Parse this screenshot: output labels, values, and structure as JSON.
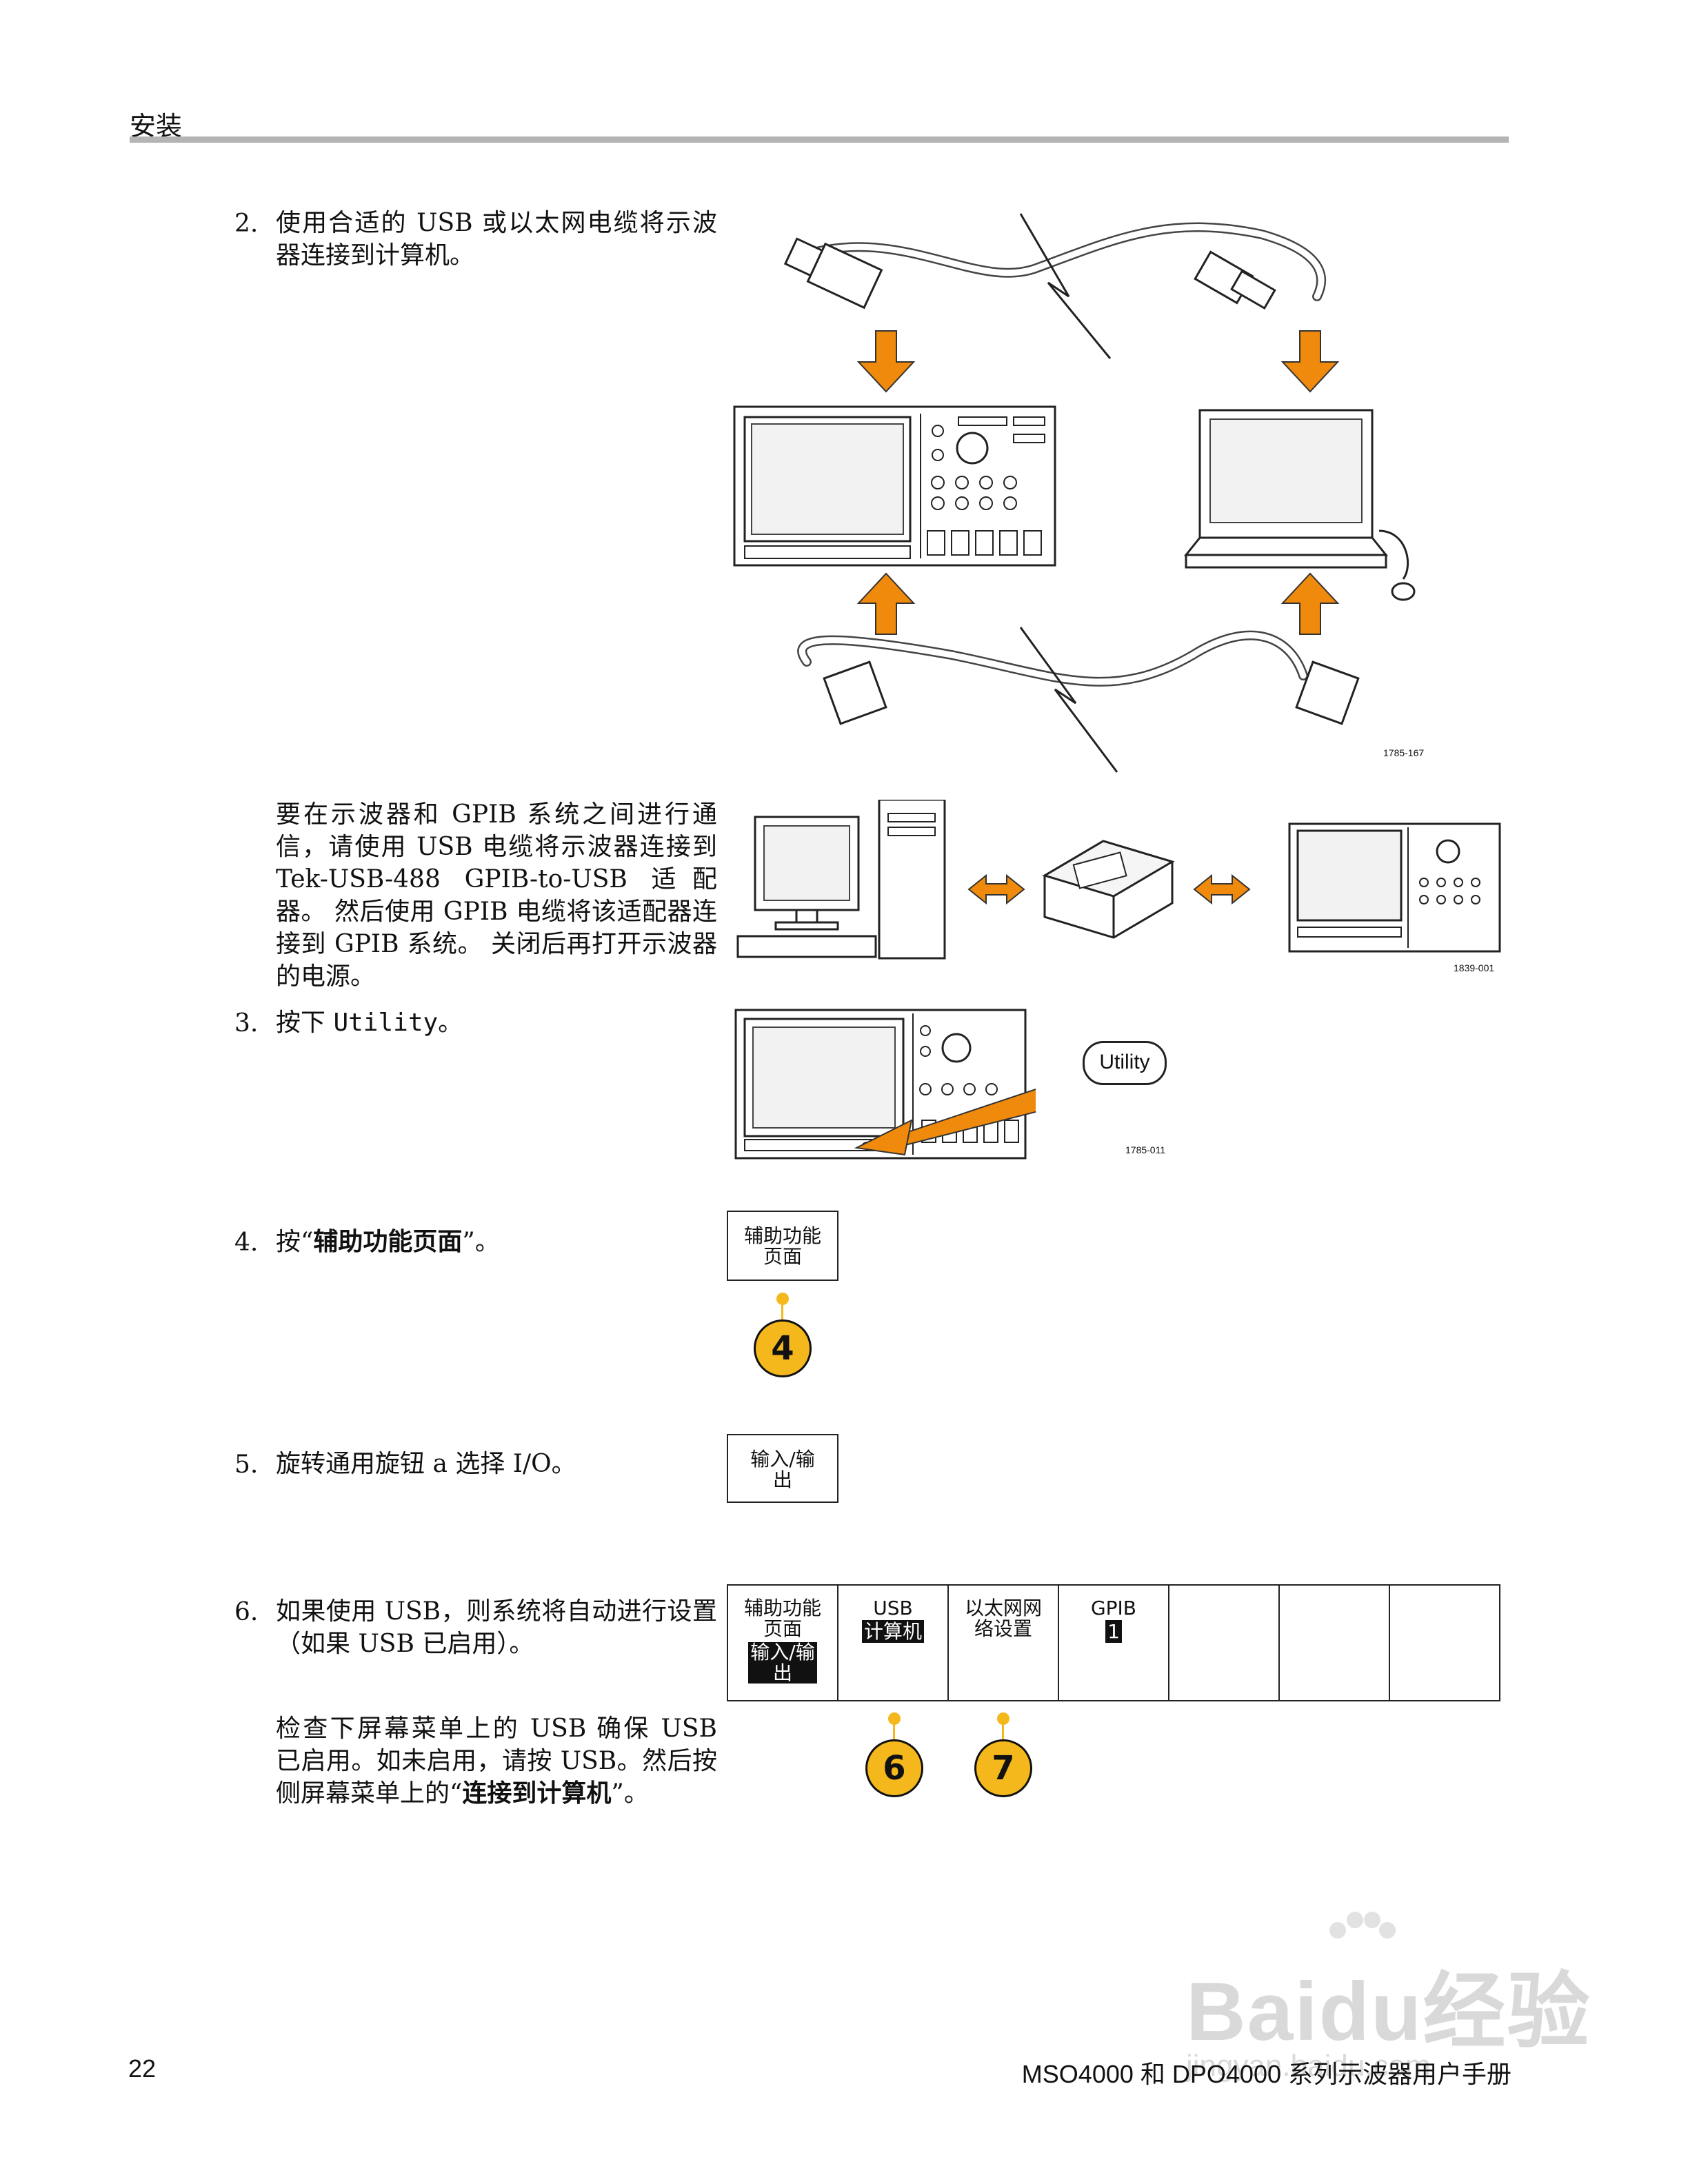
{
  "header": {
    "title": "安装"
  },
  "steps": {
    "s2": {
      "num": "2.",
      "text": "使用合适的 USB 或以太网电缆将示波器连接到计算机。",
      "fig_id": "1785-167"
    },
    "gpib": {
      "text": "要在示波器和 GPIB 系统之间进行通信，请使用 USB 电缆将示波器连接到 Tek-USB-488 GPIB-to-USB 适配器。 然后使用 GPIB 电缆将该适配器连接到 GPIB 系统。 关闭后再打开示波器的电源。",
      "fig_id": "1839-001"
    },
    "s3": {
      "num": "3.",
      "text_pre": "按下 ",
      "text_key": "Utility",
      "text_post": "。",
      "utility_label": "Utility",
      "fig_id": "1785-011"
    },
    "s4": {
      "num": "4.",
      "text_pre": "按“",
      "text_bold": "辅助功能页面",
      "text_post": "”。",
      "button_label": "辅助功能\n页面",
      "callout": "4"
    },
    "s5": {
      "num": "5.",
      "text": "旋转通用旋钮 a 选择 I/O。",
      "button_label": "输入/输\n出"
    },
    "s6": {
      "num": "6.",
      "text": "如果使用 USB，则系统将自动进行设置（如果 USB 已启用）。",
      "text2_pre": "检查下屏幕菜单上的 USB 确保 USB 已启用。如未启用，请按 USB。然后按侧屏幕菜单上的“",
      "text2_bold": "连接到计算机",
      "text2_post": "”。",
      "menu": {
        "m1_top": "辅助功能\n页面",
        "m1_inv": "输入/输\n出",
        "m2_top": "USB",
        "m2_inv": "计算机",
        "m3_top": "以太网网\n络设置",
        "m4_top": "GPIB",
        "m4_inv": "1"
      },
      "callout_a": "6",
      "callout_b": "7"
    }
  },
  "footer": {
    "page": "22",
    "title": "MSO4000 和 DPO4000 系列示波器用户手册"
  },
  "watermark": {
    "brand": "Baidu",
    "cn": "经验",
    "url": "jingyan.baidu.com"
  },
  "colors": {
    "arrow": "#f08a0c",
    "callout": "#f5b81c",
    "rule": "#b4b4b4"
  }
}
